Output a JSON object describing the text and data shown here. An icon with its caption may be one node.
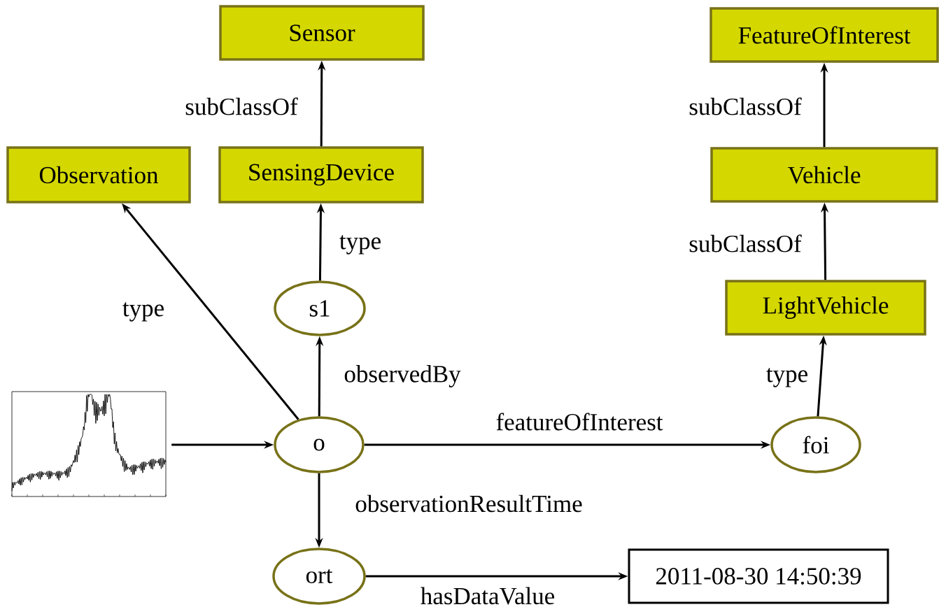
{
  "diagram": {
    "nodes": [
      {
        "text": [
          "Sensor"
        ]
      },
      {
        "text": [
          "FeatureOfInterest"
        ]
      },
      {
        "text": [
          "Observation"
        ]
      },
      {
        "text": [
          "SensingDevice"
        ]
      },
      {
        "text": [
          "Vehicle"
        ]
      },
      {
        "text": [
          "s1"
        ]
      },
      {
        "text": [
          "LightVehicle"
        ]
      },
      {
        "text": [],
        "shape": "picture"
      },
      {
        "text": [
          "o"
        ]
      },
      {
        "text": [
          "foi"
        ]
      },
      {
        "text": [
          "ort"
        ]
      },
      {
        "text": [
          "2011-08-30 14:50:39"
        ]
      }
    ],
    "edges": [
      {
        "from": 3,
        "to": 0,
        "arrow": "to",
        "label": "subClassOf"
      },
      {
        "from": 4,
        "to": 1,
        "arrow": "to",
        "label": "subClassOf"
      },
      {
        "from": 6,
        "to": 4,
        "arrow": "to",
        "label": "subClassOf"
      },
      {
        "from": 5,
        "to": 3,
        "arrow": "to",
        "label": "type"
      },
      {
        "from": 8,
        "to": 2,
        "arrow": "to",
        "label": "type"
      },
      {
        "from": 8,
        "to": 5,
        "arrow": "to",
        "label": "observedBy"
      },
      {
        "from": 9,
        "to": 6,
        "arrow": "to",
        "label": "type"
      },
      {
        "from": 7,
        "to": 8,
        "arrow": "to"
      },
      {
        "from": 8,
        "to": 9,
        "arrow": "to",
        "label": "featureOfInterest"
      },
      {
        "from": 8,
        "to": 10,
        "arrow": "to",
        "label": "observationResultTime"
      },
      {
        "from": 10,
        "to": 11,
        "arrow": "to",
        "label": "hasDataValue"
      }
    ]
  }
}
